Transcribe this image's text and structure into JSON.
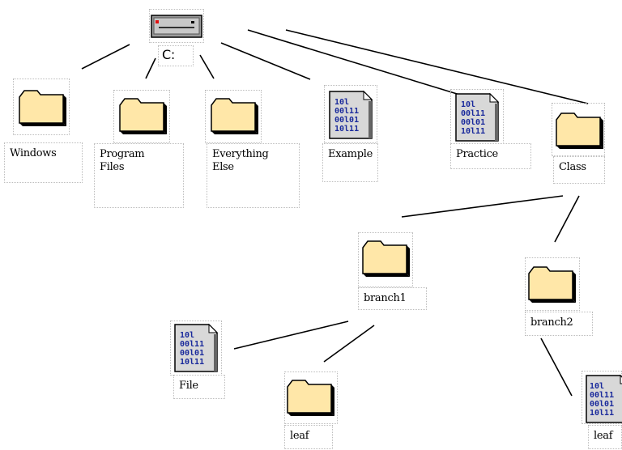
{
  "tree": {
    "root": {
      "label": "C:",
      "icon": "drive-icon"
    },
    "top_level": [
      {
        "label": "Windows",
        "icon": "folder-icon"
      },
      {
        "label": "Program\nFiles",
        "icon": "folder-icon"
      },
      {
        "label": "Everything\nElse",
        "icon": "folder-icon"
      },
      {
        "label": "Example",
        "icon": "binary-file-icon"
      },
      {
        "label": "Practice",
        "icon": "binary-file-icon"
      },
      {
        "label": "Class",
        "icon": "folder-icon"
      }
    ],
    "class_children": [
      {
        "label": "branch1",
        "icon": "folder-icon"
      },
      {
        "label": "branch2",
        "icon": "folder-icon"
      }
    ],
    "branch1_children": [
      {
        "label": "File",
        "icon": "binary-file-icon"
      },
      {
        "label": "leaf",
        "icon": "folder-icon"
      }
    ],
    "branch2_children": [
      {
        "label": "leaf",
        "icon": "binary-file-icon"
      }
    ]
  },
  "colors": {
    "folder_fill": "#ffe7a8",
    "folder_outline": "#000000",
    "file_text": "#1a2a9c",
    "drive_body": "#9c9c9c",
    "drive_led": "#e01010",
    "link_stroke": "#000000"
  }
}
